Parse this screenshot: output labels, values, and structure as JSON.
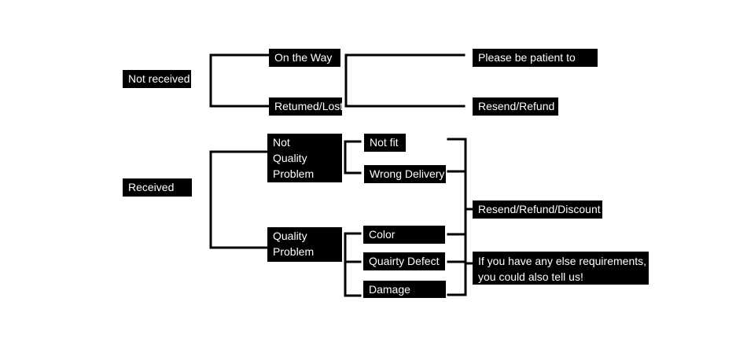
{
  "nodes": {
    "not_received": "Not received",
    "received": "Received",
    "on_the_way": "On the Way",
    "returned_lost": "Retumed/Lost",
    "not_quality_problem": "Not\nQuality\nProblem",
    "quality_problem": "Quality\nProblem",
    "not_fit": "Not fit",
    "wrong_delivery": "Wrong Delivery",
    "color_difference": "Color Diference",
    "quality_defect": "Quairty Defect",
    "damage": "Damage",
    "be_patient": "Please be patient to wait",
    "resend_refund": "Resend/Refund",
    "resend_refund_discount": "Resend/Refund/Discount",
    "else_requirements": "If you have any else requirements,\nyou could also tell us!"
  },
  "colors": {
    "box": "#000000",
    "text": "#ffffff",
    "line": "#000000"
  }
}
